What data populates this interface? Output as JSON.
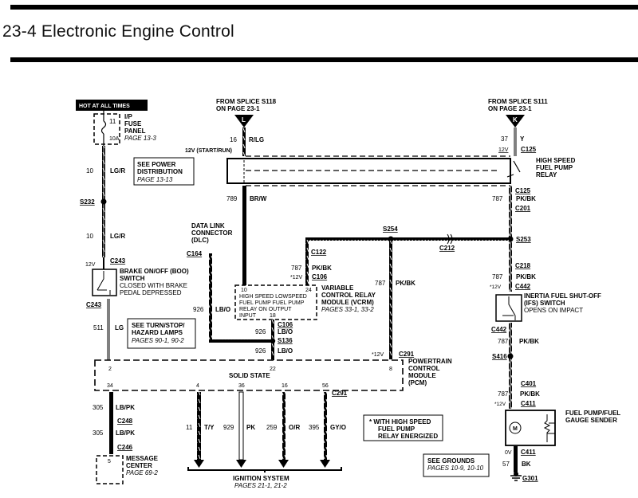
{
  "page": {
    "title": "23-4 Electronic Engine Control"
  },
  "diagram": {
    "hot_label": "HOT AT ALL TIMES",
    "fuse": {
      "number": "11",
      "rating": "10A",
      "name_1": "I/P",
      "name_2": "FUSE",
      "name_3": "PANEL",
      "ref": "PAGE 13-3"
    },
    "power_dist": {
      "line1": "SEE POWER",
      "line2": "DISTRIBUTION",
      "ref": "PAGE 13-13"
    },
    "splice_s118": {
      "line1": "FROM SPLICE S118",
      "line2_a": "ON ",
      "line2_b": "PAGE 23-1",
      "letter": "L"
    },
    "splice_s111": {
      "line1": "FROM SPLICE S111",
      "line2_a": "ON ",
      "line2_b": "PAGE 23-1",
      "letter": "K"
    },
    "wires": {
      "w10a": {
        "circuit": "10",
        "color": "LG/R"
      },
      "w10b": {
        "circuit": "10",
        "color": "LG/R"
      },
      "w16": {
        "circuit": "16",
        "color": "R/LG"
      },
      "w37": {
        "circuit": "37",
        "color": "Y"
      },
      "w789": {
        "circuit": "789",
        "color": "BR/W"
      },
      "w787a": {
        "circuit": "787",
        "color": "PK/BK"
      },
      "w787b": {
        "circuit": "787",
        "color": "PK/BK"
      },
      "w787c": {
        "circuit": "787",
        "color": "PK/BK"
      },
      "w787d": {
        "circuit": "787",
        "color": "PK/BK"
      },
      "w787e": {
        "circuit": "787",
        "color": "PK/BK"
      },
      "w787f": {
        "circuit": "787",
        "color": "PK/BK"
      },
      "w926a": {
        "circuit": "926",
        "color": "LB/O"
      },
      "w926b": {
        "circuit": "926",
        "color": "LB/O"
      },
      "w926c": {
        "circuit": "926",
        "color": "LB/O"
      },
      "w511": {
        "circuit": "511",
        "color": "LG"
      },
      "w305a": {
        "circuit": "305",
        "color": "LB/PK"
      },
      "w305b": {
        "circuit": "305",
        "color": "LB/PK"
      },
      "w11": {
        "circuit": "11",
        "color": "T/Y"
      },
      "w929": {
        "circuit": "929",
        "color": "PK"
      },
      "w259": {
        "circuit": "259",
        "color": "O/R"
      },
      "w395": {
        "circuit": "395",
        "color": "GY/O"
      },
      "w57": {
        "circuit": "57",
        "color": "BK"
      }
    },
    "voltages": {
      "start_run": "12V (START/RUN)",
      "v12_c125": "12V",
      "v12_c243": "12V",
      "v12_c106": "*12V",
      "v12_c291": "*12V",
      "v12_c442": "*12V",
      "v12_c411": "*12V",
      "v0_c411": "0V"
    },
    "connectors": {
      "c125_top": "C125",
      "c125_bot": "C125",
      "c201": "C201",
      "c218": "C218",
      "c442_top": "C442",
      "c442_bot": "C442",
      "c401": "C401",
      "c411_top": "C411",
      "c411_bot": "C411",
      "c164": "C164",
      "c243_top": "C243",
      "c243_bot": "C243",
      "c122": "C122",
      "c106_top": "C106",
      "c106_bot": "C106",
      "c212": "C212",
      "c291_top": "C291",
      "c291_bot": "C291",
      "c248": "C248",
      "c246": "C246"
    },
    "splices": {
      "s232": "S232",
      "s254": "S254",
      "s253": "S253",
      "s136": "S136",
      "s416": "S416",
      "g301": "G301"
    },
    "relay": {
      "line1": "HIGH SPEED",
      "line2": "FUEL PUMP",
      "line3": "RELAY"
    },
    "dlc": {
      "line1": "DATA LINK",
      "line2": "CONNECTOR",
      "line3": "(DLC)"
    },
    "boo": {
      "line1": "BRAKE ON/OFF (BOO)",
      "line2": "SWITCH",
      "line3": "CLOSED WITH BRAKE",
      "line4": "PEDAL DEPRESSED"
    },
    "vcrm": {
      "pin_10": "10",
      "pin_24": "24",
      "pin_18": "18",
      "int_1": "HIGH SPEED LOWSPEED",
      "int_2": "FUEL   PUMP FUEL PUMP",
      "int_3": "RELAY    ON  OUTPUT",
      "int_4": "INPUT",
      "line1": "VARIABLE",
      "line2": "CONTROL RELAY",
      "line3": "MODULE (VCRM)",
      "ref": "PAGES 33-1, 33-2"
    },
    "turn": {
      "line1": "SEE TURN/STOP/",
      "line2": "HAZARD LAMPS",
      "ref": "PAGES 90-1, 90-2"
    },
    "pcm": {
      "inner": "SOLID STATE",
      "pin_2": "2",
      "pin_22": "22",
      "pin_8": "8",
      "pin_34": "34",
      "pin_4": "4",
      "pin_36": "36",
      "pin_16": "16",
      "pin_56": "56",
      "line1": "POWERTRAIN",
      "line2": "CONTROL",
      "line3": "MODULE",
      "line4": "(PCM)"
    },
    "ifs": {
      "line1": "INERTIA FUEL SHUT-OFF",
      "line2": "(IFS) SWITCH",
      "line3": "OPENS ON IMPACT"
    },
    "message_center": {
      "pin": "5",
      "line1": "MESSAGE",
      "line2": "CENTER",
      "ref": "PAGE 69-2"
    },
    "ignition": {
      "line1": "IGNITION SYSTEM",
      "ref": "PAGES 21-1, 21-2"
    },
    "note": {
      "line1": "*  WITH HIGH SPEED",
      "line2": "FUEL PUMP",
      "line3": "RELAY ENERGIZED"
    },
    "grounds": {
      "line1": "SEE GROUNDS",
      "ref": "PAGES 10-9, 10-10"
    },
    "sender": {
      "line1": "FUEL PUMP/FUEL",
      "line2": "GAUGE SENDER",
      "motor": "M"
    }
  }
}
